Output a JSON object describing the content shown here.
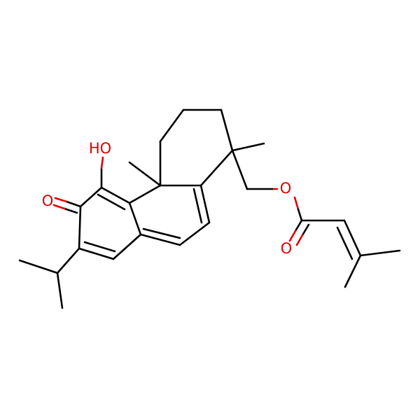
{
  "colors": {
    "background": "#ffffff",
    "bond": "#000000",
    "oxygen": "#e00000"
  },
  "atoms": {
    "hydroxyl": "HO",
    "ketone_oxygen": "O",
    "ester_oxygen": "O",
    "carbonyl_oxygen": "O"
  }
}
